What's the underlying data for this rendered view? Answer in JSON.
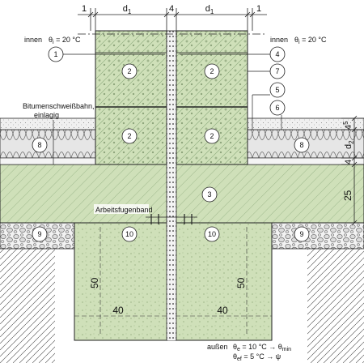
{
  "colors": {
    "concrete": "#cfe0b9",
    "concrete_dark": "#7e9a6a",
    "insulation": "#d8d8d8",
    "gravel": "#e4e4e4",
    "line": "#222222",
    "screed": "#e9e9e9"
  },
  "top_dims": {
    "left_edge": "1",
    "left_d": "d",
    "left_d_sub": "1",
    "joint": "4",
    "right_d": "d",
    "right_d_sub": "1",
    "right_edge": "1"
  },
  "inside_left": {
    "label": "innen",
    "theta": "θ",
    "theta_sub": "i",
    "value": " = 20 °C"
  },
  "inside_right": {
    "label": "innen",
    "theta": "θ",
    "theta_sub": "i",
    "value": " = 20 °C"
  },
  "bitumen": {
    "line1": "Bitumenschweißbahn,",
    "line2": "einlagig"
  },
  "work_joint_band": "Arbeitsfugenband",
  "markers": {
    "m1": "1",
    "m2a": "2",
    "m2b": "2",
    "m2c": "2",
    "m2d": "2",
    "m3": "3",
    "m4": "4",
    "m5": "5",
    "m6": "6",
    "m7": "7",
    "m8a": "8",
    "m8b": "8",
    "m9a": "9",
    "m9b": "9",
    "m10a": "10",
    "m10b": "10"
  },
  "right_dims": {
    "top": "4",
    "top_sup": "5",
    "mid": "d",
    "mid_sub": "2",
    "small": "4",
    "slab": "25"
  },
  "foundation_dims": {
    "left_height": "50",
    "right_height": "50",
    "left_width": "40",
    "right_width": "40"
  },
  "outside": {
    "label": "außen",
    "row1_theta": "θ",
    "row1_sub": "e",
    "row1_value": " = 10 °C → θ",
    "row1_result_sub": "min",
    "row2_theta": "θ",
    "row2_sub": "ef",
    "row2_value": " = 5 °C → ψ"
  }
}
